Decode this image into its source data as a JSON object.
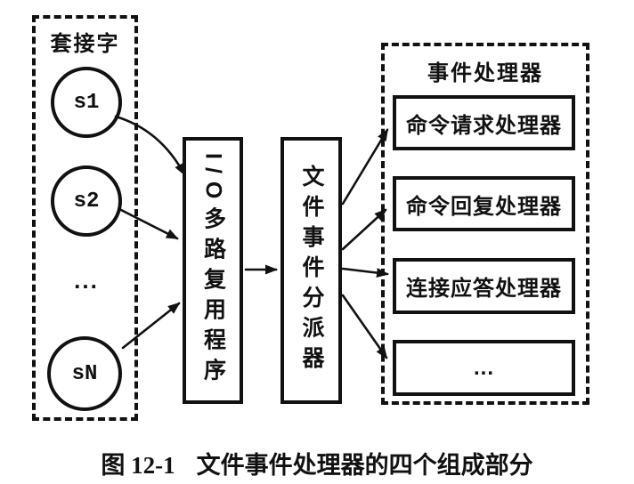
{
  "sockets": {
    "label": "套接字",
    "circle1": "s1",
    "circle2": "s2",
    "ellipsis": "...",
    "circle3": "sN"
  },
  "io_multiplexer": {
    "label": "I/O多路复用程序"
  },
  "dispatcher": {
    "label": "文件事件分派器"
  },
  "handlers": {
    "label": "事件处理器",
    "items": [
      "命令请求处理器",
      "命令回复处理器",
      "连接应答处理器",
      "..."
    ]
  },
  "caption": {
    "number": "图 12-1",
    "title": "文件事件处理器的四个组成部分"
  },
  "colors": {
    "ink": "#111111",
    "paper": "#ffffff"
  }
}
